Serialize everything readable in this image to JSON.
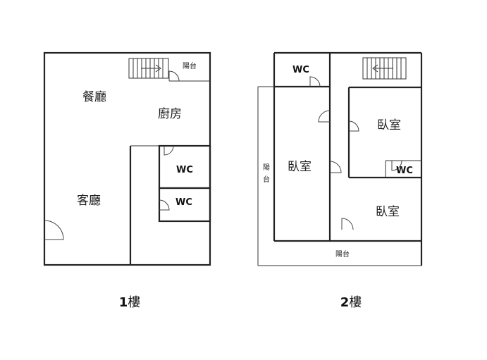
{
  "floor1": {
    "dining": "餐廳",
    "kitchen": "廚房",
    "living": "客廳",
    "wc_upper": "WC",
    "wc_lower": "WC",
    "balcony": "陽台",
    "label_num": "1",
    "label_suffix": "樓"
  },
  "floor2": {
    "wc_top": "WC",
    "bedroom_left": "臥室",
    "bedroom_right_top": "臥室",
    "bedroom_right_bottom": "臥室",
    "wc_right": "WC",
    "balcony_left_1": "陽",
    "balcony_left_2": "台",
    "balcony_bottom": "陽台",
    "label_num": "2",
    "label_suffix": "樓"
  }
}
